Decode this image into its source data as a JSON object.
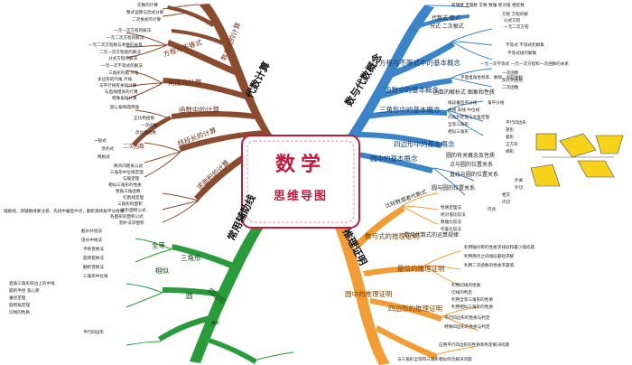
{
  "center": {
    "title": "数学",
    "subtitle": "思维导图"
  },
  "branches": {
    "algebra": "代数计算",
    "numbers": "数与代数概念",
    "geometry": "常用辅助线",
    "proof": "推理证明"
  },
  "brown": {
    "sub": [
      "数与式的计算",
      "方程与不等式",
      "角度的计算",
      "函数中的计算",
      "线段长的计算",
      "求面积的计算"
    ],
    "leaves": [
      "实数的计算",
      "整式运算与因式分解",
      "二次根式的计算",
      "一元一次方程的解法",
      "一元二次方程的解法",
      "一元二次方程根与系数的关系",
      "二元一次方程组的解法",
      "分式方程的解法",
      "一元一次不等式的解法",
      "三角形内角 外角",
      "多边形的内角 外角",
      "与平行线有关的计算",
      "与直线相关的计算",
      "特殊角的计算",
      "圆心角和圆周角",
      "正比例函数",
      "一次函数",
      "反比例函数",
      "二次函数",
      "一般式",
      "顶点式",
      "两根式",
      "两点间距离公式",
      "三角形中位线定理",
      "勾股定理",
      "相似三角形的性质",
      "锐角三角函数",
      "切割线定理",
      "三角形的面积",
      "扇形面积公式",
      "各图形的面积公式",
      "割补法求面积"
    ]
  },
  "blue": {
    "sub": [
      "方程与不等式中的基本概念",
      "函数中的基本概念",
      "三角形中的基本概念",
      "四边形中的基本概念",
      "圆中的基本概念"
    ],
    "leaves": [
      "有理数 无理数 实数 数轴 绝对值 相反数",
      "代数式 整式",
      "分式 二次根式",
      "方程 方程的解",
      "分式方程",
      "一元二次方程",
      "不等式 不等式的解集",
      "不等式组的解集",
      "一元一次不等式 一元一次方程和一次函数的关系",
      "平面直角坐标系、象限、点的坐标",
      "一次函数",
      "反比例函数",
      "二次函数",
      "函数的解析式 图象和性质",
      "线段垂直平分线",
      "角平分线",
      "中线 高线 中位线",
      "内角和定理与外角定理",
      "全等三角形",
      "相似三角形",
      "平行四边形",
      "矩形",
      "菱形",
      "正方形",
      "梯形",
      "圆的有关概念及性质",
      "点与圆的位置关系",
      "直线与圆的位置关系",
      "圆与圆的位置关系",
      "外离",
      "外切",
      "相交",
      "内切",
      "内含"
    ]
  },
  "orange": {
    "sub": [
      "数与式的推理证明",
      "最值的推理证明",
      "圆中的推理证明",
      "四边形的推理证明"
    ],
    "leaves": [
      "比较数或者代数式",
      "数与代数式的运算规律",
      "性质定理法",
      "绝对值比较法",
      "数轴比较法",
      "作差比较法",
      "利用轴对称的性质求线段和最小值问题",
      "利用两点之间线段最短求解",
      "利用二次函数的性质求最值",
      "利用切线的性质",
      "切线的判定",
      "利用全等三角形的性质",
      "利用相似三角形的性质",
      "平行四边形的性质与判定",
      "特殊四边形的性质与判定",
      "应用平行四边形的性质和判定解决问题",
      "与三角形全等和三角形相似综合解决问题"
    ]
  },
  "green": {
    "sub": [
      "三角形",
      "全等",
      "相似",
      "圆",
      "四边形"
    ],
    "leaves": [
      "辅助线，添辅助线要注意，先找中垂直中点，翻折再将角平分线做",
      "截长补短法",
      "倍长中线法",
      "平移变换法",
      "旋转变换法",
      "翻折变换法",
      "三角形中位线",
      "直角三角形斜边上的中线",
      "圆的半径 弦心距",
      "垂径定理",
      "圆周角定理",
      "切线的性质",
      "平行四边形",
      "梯形"
    ]
  }
}
